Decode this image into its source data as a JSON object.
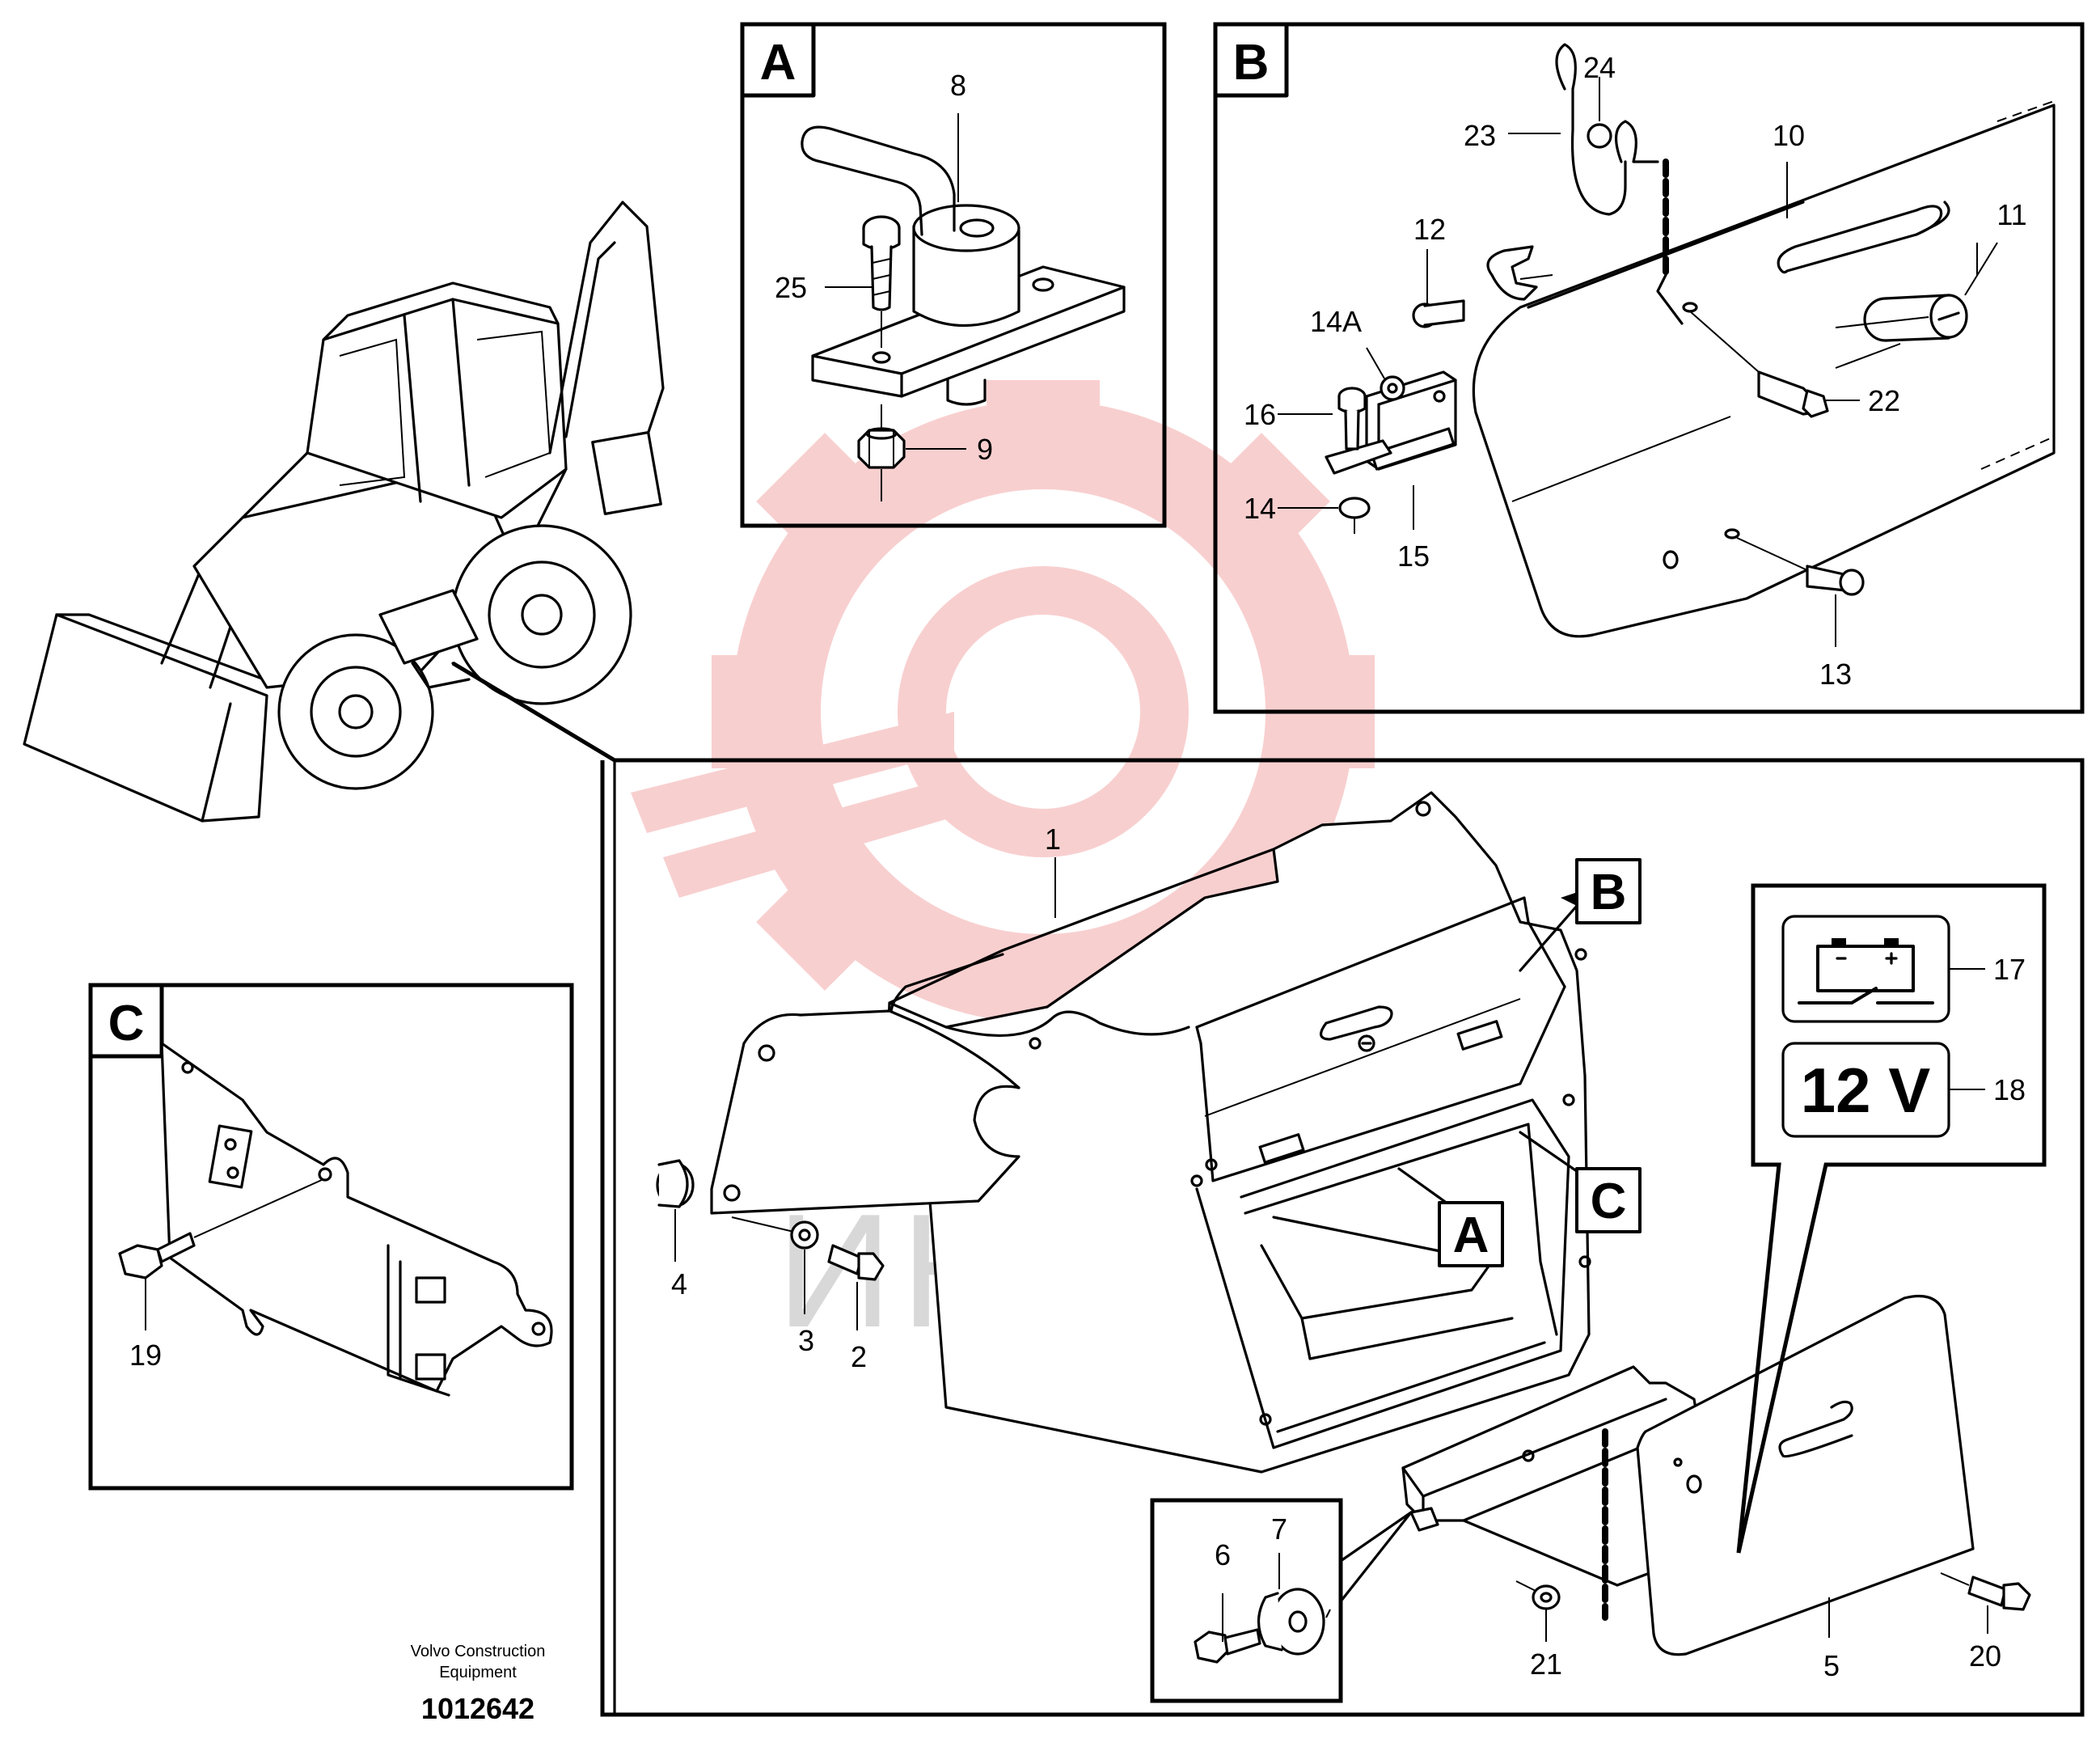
{
  "callouts": {
    "c1": "1",
    "c2": "2",
    "c3": "3",
    "c4": "4",
    "c5": "5",
    "c6": "6",
    "c7": "7",
    "c8": "8",
    "c9": "9",
    "c10": "10",
    "c11": "11",
    "c12": "12",
    "c13": "13",
    "c14": "14",
    "c14a": "14A",
    "c15": "15",
    "c16": "16",
    "c17": "17",
    "c18": "18",
    "c19": "19",
    "c20": "20",
    "c21": "21",
    "c22": "22",
    "c23": "23",
    "c24": "24",
    "c25": "25"
  },
  "detail_boxes": {
    "A": "A",
    "B": "B",
    "C": "C"
  },
  "voltage_label": "12 V",
  "credit": {
    "line1": "Volvo Construction",
    "line2": "Equipment",
    "document_number": "1012642"
  },
  "watermark": {
    "text": "ИНТЕХ",
    "color": "#f4b7b7"
  },
  "colors": {
    "line": "#000000",
    "watermark_gear": "#f8c8c8",
    "watermark_text": "#d8d8d8"
  }
}
